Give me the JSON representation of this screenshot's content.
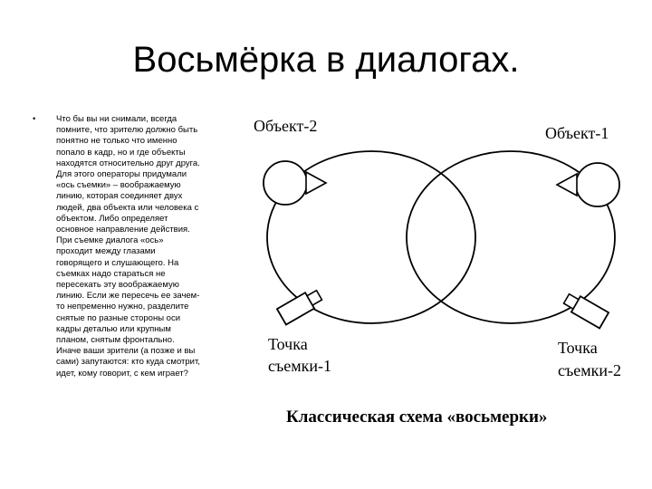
{
  "slide": {
    "title": "Восьмёрка в диалогах.",
    "bullet_symbol": "•",
    "bullet_text": "Что бы вы ни снимали, всегда\nпомните, что зрителю должно быть\nпонятно не только что именно\nпопало в кадр, но и где объекты\nнаходятся относительно друг друга.\nДля этого операторы придумали\n«ось съемки» – воображаемую\nлинию, которая соединяет двух\nлюдей, два объекта или человека с\nобъектом. Либо определяет\nосновное направление действия.\nПри съемке диалога «ось»\nпроходит между глазами\nговорящего и слушающего. На\nсъемках надо стараться не\nпересекать эту воображаемую\nлинию. Если же пересечь ее зачем-\nто непременно нужно, разделите\nснятые по разные стороны оси\nкадры деталью или крупным\nпланом, снятым фронтально.\nИначе ваши зрители (а позже и вы\nсами) запутаются: кто куда смотрит,\nидет, кому говорит, с кем играет?"
  },
  "diagram": {
    "object2_label": "Объект-2",
    "object1_label": "Объект-1",
    "camera1_label_line1": "Точка",
    "camera1_label_line2": "съемки-1",
    "camera2_label_line1": "Точка",
    "camera2_label_line2": "съемки-2",
    "caption": "Классическая схема «восьмерки»"
  }
}
